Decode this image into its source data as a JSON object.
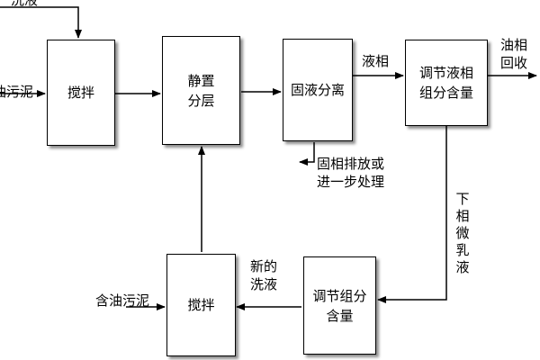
{
  "diagram": {
    "nodes": {
      "stir_top": "搅拌",
      "settle": "静置\n分层",
      "solid_liquid_sep": "固液分离",
      "adjust_liquid": "调节液相\n组分含量",
      "adjust_component": "调节组分\n含量",
      "stir_bottom": "搅拌"
    },
    "labels": {
      "wash_liquid_top": "洗液",
      "oily_sludge_top": "油污泥",
      "liquid_phase": "液相",
      "oil_phase_recovery": "油相\n回收",
      "solid_discharge": "固相排放或\n进一步处理",
      "lower_microemulsion": "下相微乳液",
      "new_wash_liquid": "新的\n洗液",
      "oily_sludge_bottom": "含油污泥"
    }
  }
}
